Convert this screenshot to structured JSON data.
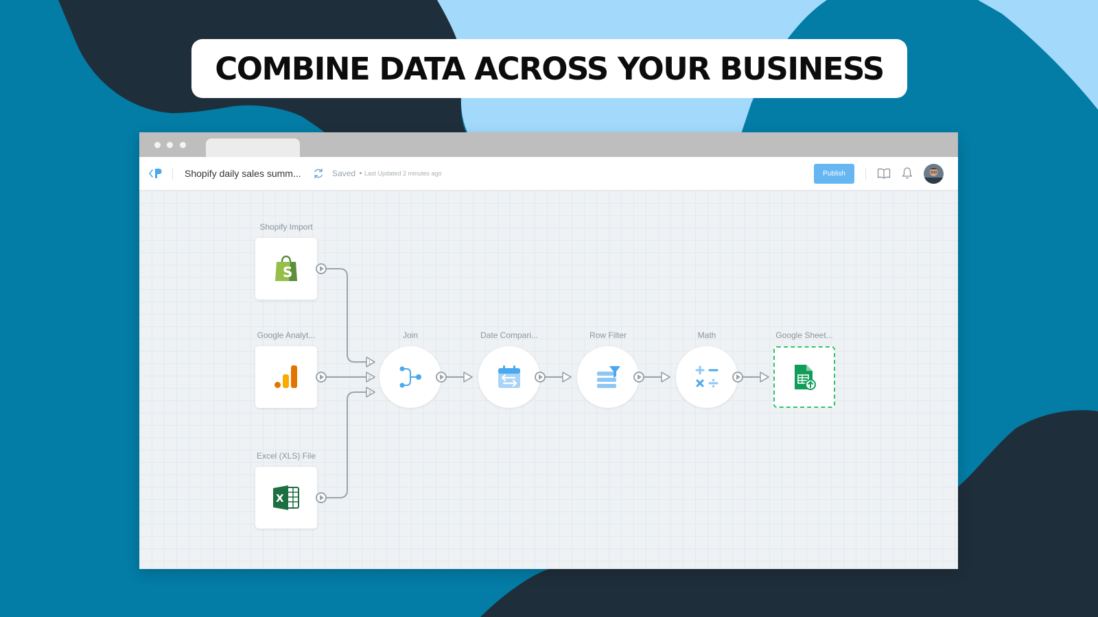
{
  "headline": "COMBINE DATA ACROSS YOUR BUSINESS",
  "colors": {
    "background": "#037ca6",
    "dark_blob": "#1f2e3b",
    "light_blob": "#a3d9fb",
    "publish": "#66b6f2",
    "accent_blue": "#4aa8ef",
    "output_border": "#30c46a"
  },
  "app": {
    "doc_title": "Shopify daily sales summ...",
    "saved": "Saved",
    "last_updated": "Last Updated 2 minutes ago",
    "publish_label": "Publish"
  },
  "nodes": {
    "shopify": {
      "label": "Shopify Import",
      "icon": "shopify-bag-icon"
    },
    "analytics": {
      "label": "Google Analyt...",
      "icon": "google-analytics-icon"
    },
    "excel": {
      "label": "Excel (XLS) File",
      "icon": "excel-icon"
    },
    "join": {
      "label": "Join",
      "icon": "join-icon"
    },
    "date_compare": {
      "label": "Date Compari...",
      "icon": "calendar-compare-icon"
    },
    "row_filter": {
      "label": "Row Filter",
      "icon": "row-filter-icon"
    },
    "math": {
      "label": "Math",
      "icon": "math-operators-icon"
    },
    "sheets": {
      "label": "Google Sheet...",
      "icon": "google-sheets-export-icon"
    }
  },
  "join_inputs": [
    "1",
    "2",
    "3"
  ]
}
